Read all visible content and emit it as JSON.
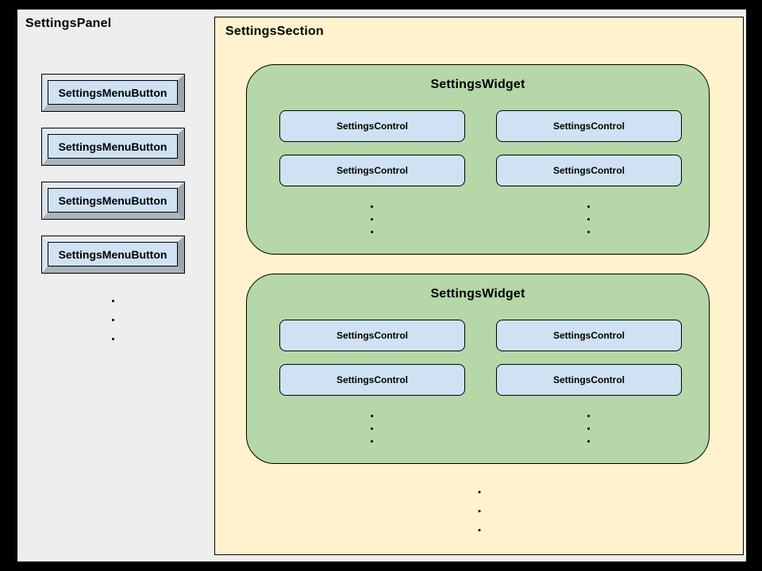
{
  "colors": {
    "frame": "#000000",
    "canvas_background": "#eeeeee",
    "section_background": "#fff2cc",
    "widget_background": "#b6d7a8",
    "control_background": "#cfe2f3",
    "button_face": "#cfe2f3",
    "outline": "#000000"
  },
  "panel": {
    "title": "SettingsPanel",
    "menu_buttons": [
      {
        "label": "SettingsMenuButton"
      },
      {
        "label": "SettingsMenuButton"
      },
      {
        "label": "SettingsMenuButton"
      },
      {
        "label": "SettingsMenuButton"
      }
    ]
  },
  "section": {
    "title": "SettingsSection",
    "widgets": [
      {
        "title": "SettingsWidget",
        "controls": [
          {
            "label": "SettingsControl"
          },
          {
            "label": "SettingsControl"
          },
          {
            "label": "SettingsControl"
          },
          {
            "label": "SettingsControl"
          }
        ]
      },
      {
        "title": "SettingsWidget",
        "controls": [
          {
            "label": "SettingsControl"
          },
          {
            "label": "SettingsControl"
          },
          {
            "label": "SettingsControl"
          },
          {
            "label": "SettingsControl"
          }
        ]
      }
    ]
  }
}
